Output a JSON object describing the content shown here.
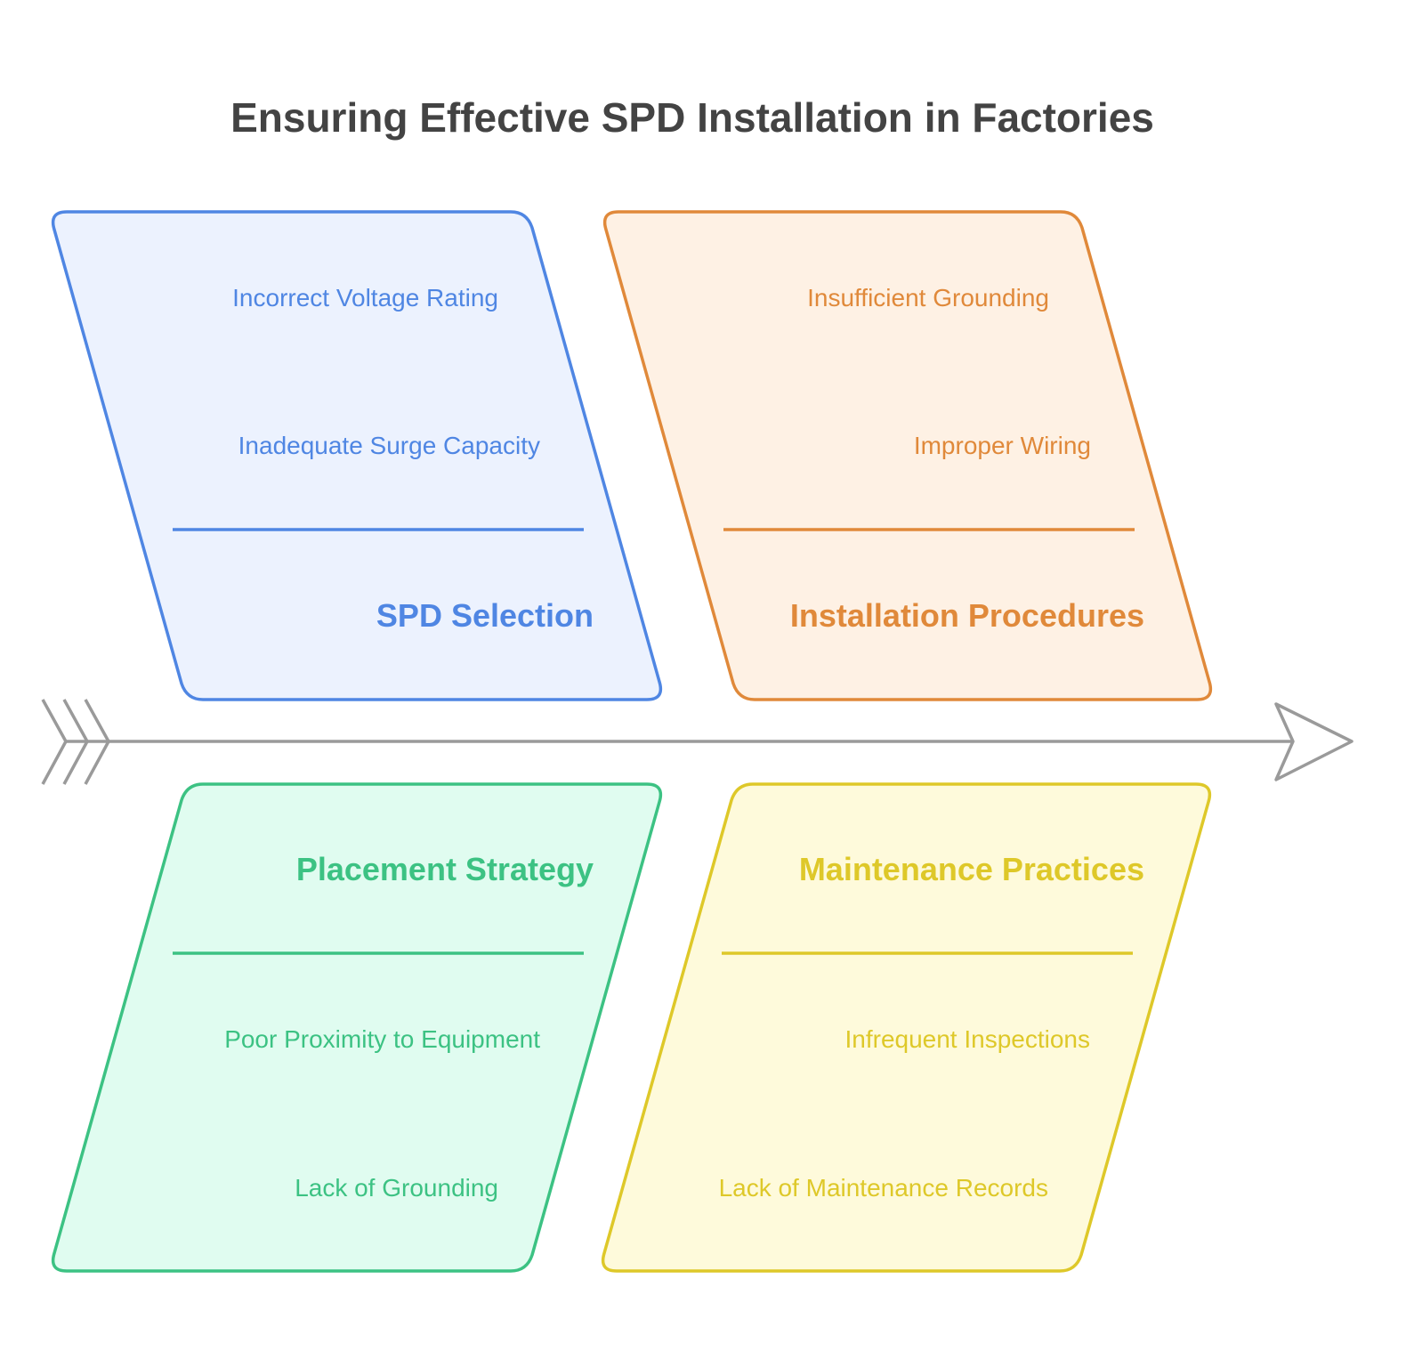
{
  "title": "Ensuring Effective SPD Installation in Factories",
  "colors": {
    "blue": "#4f86e3",
    "blue_fill": "#ecf2fe",
    "orange": "#e0893a",
    "orange_fill": "#fef1e4",
    "green": "#3cc283",
    "green_fill": "#e0fcf0",
    "yellow": "#dec829",
    "yellow_fill": "#fefadb",
    "spine": "#9a9a9a"
  },
  "categories": [
    {
      "name": "SPD Selection",
      "color": "blue",
      "causes": [
        "Incorrect Voltage Rating",
        "Inadequate Surge Capacity"
      ]
    },
    {
      "name": "Installation Procedures",
      "color": "orange",
      "causes": [
        "Insufficient Grounding",
        "Improper Wiring"
      ]
    },
    {
      "name": "Placement Strategy",
      "color": "green",
      "causes": [
        "Poor Proximity to Equipment",
        "Lack of Grounding"
      ]
    },
    {
      "name": "Maintenance Practices",
      "color": "yellow",
      "causes": [
        "Infrequent Inspections",
        "Lack of Maintenance Records"
      ]
    }
  ]
}
